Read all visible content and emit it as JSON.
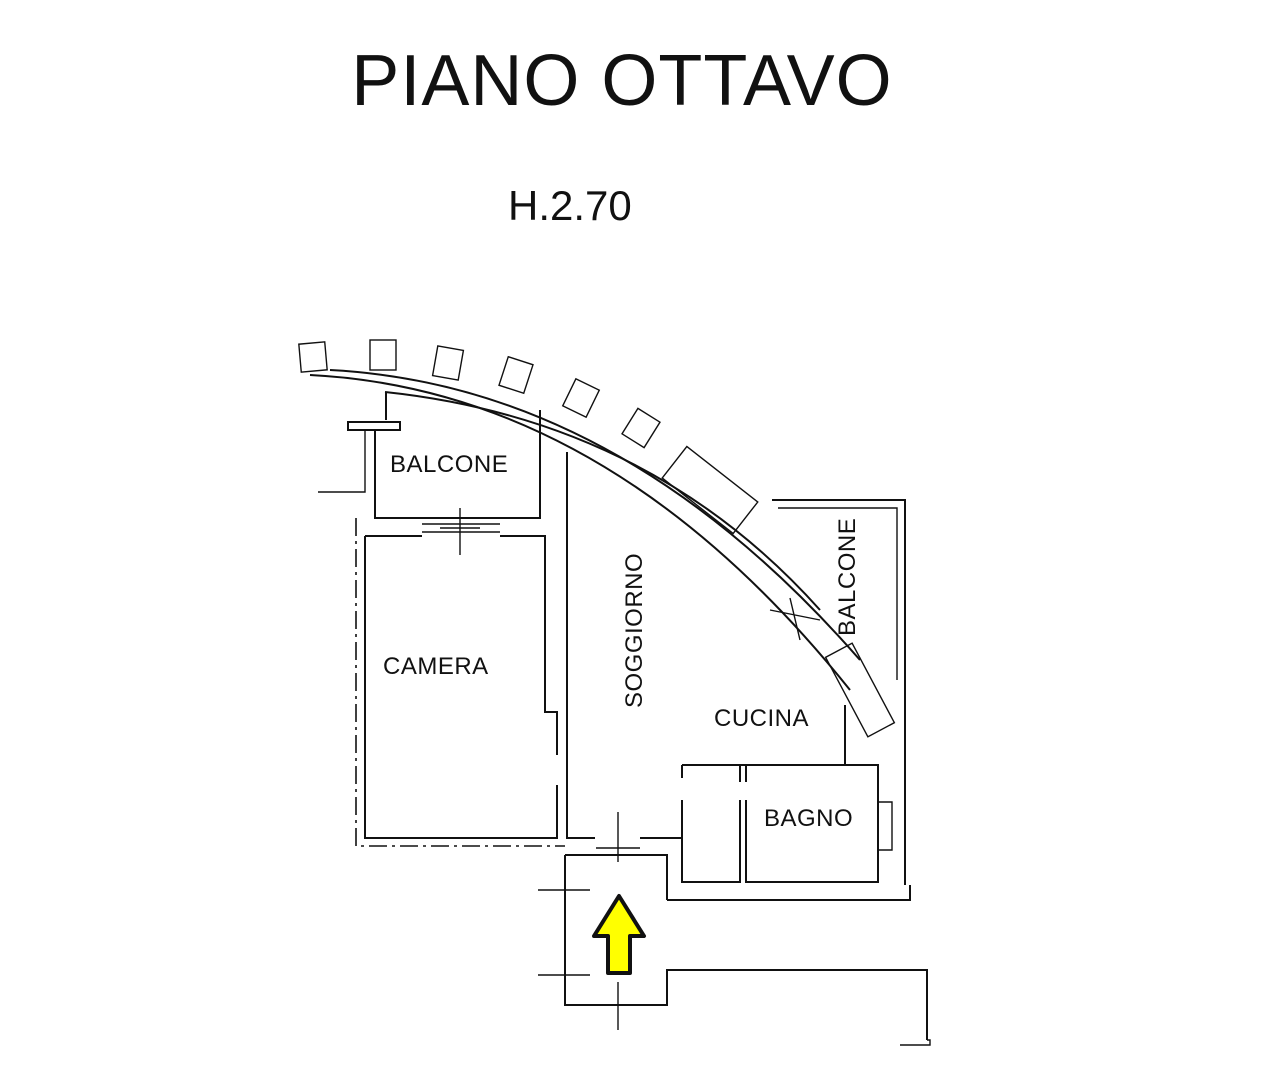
{
  "title": "PIANO OTTAVO",
  "height_label": "H.2.70",
  "rooms": {
    "balcone_top": "BALCONE",
    "balcone_right": "BALCONE",
    "camera": "CAMERA",
    "soggiorno": "SOGGIORNO",
    "cucina": "CUCINA",
    "bagno": "BAGNO"
  },
  "colors": {
    "entrance_arrow": "#ffff00",
    "lines": "#111111"
  },
  "icons": {
    "entrance": "up-arrow-icon"
  }
}
